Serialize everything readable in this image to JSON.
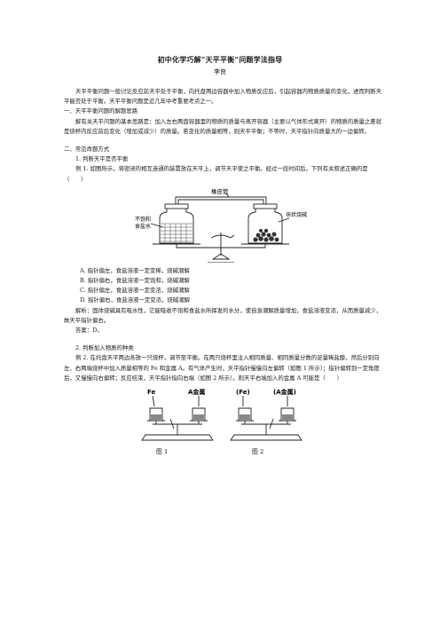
{
  "document": {
    "title": "初中化学巧解“天平平衡”问题学法指导",
    "author": "李良"
  },
  "intro": "天平平衡问题一般讨论反应前天平处于平衡，向托盘两边容器中加入物质反应后，引起容器内物质质量的变化，进而判断天平能否处于平衡。天平平衡问题是近几年中考重要考点之一。",
  "section1": {
    "heading": "一、天平平衡问题的解题思路",
    "body": "解有关天平问题的基本思路是：加入左右两盘容器里的物质的质量与离开容器（主要以气体形式离开）的物质的质量之差就是烧杯内反应前后变化（增加或减少）的质量。若变化的质量相等，则天平平衡；不等时，天平指针向质量大的一边偏转。"
  },
  "section2": {
    "heading": "二、常见命题方式",
    "sub1": "1. 判断天平是否平衡",
    "example1": "例 1. 如图所示，将密闭的相互连通的装置放在天平上，调节天平使之平衡。经过一段时间后，下列有关叙述正确的是（　　）",
    "figure1": {
      "label_top": "橡皮管",
      "label_left_1": "不饱和",
      "label_left_2": "食盐水",
      "label_right": "块状烧碱"
    },
    "options": [
      "A. 指针偏左，食盐溶液一定变稀，烧碱潮解",
      "B. 指针偏右，食盐溶液一定饱和，烧碱潮解",
      "C. 指针偏左，食盐溶液一定变浓，烧碱潮解",
      "D. 指针偏右，食盐溶液一定变浓，烧碱潮解"
    ],
    "analysis": "解析：固体烧碱具有吸水性，它能吸收不饱和食盐水所挥发的水分，使自身潮解质量增加，食盐溶液变浓，从而质量减少，故天平指针偏右。",
    "answer": "答案：D。",
    "sub2": "2. 判断加入物质的种类",
    "example2": "例 2. 在托盘天平两边各放一只烧杯，调节至平衡。在两只烧杯里注入相同质量、相同质量分数的足量稀盐酸，然后分别向左、右两端烧杯中加入质量相等的 Fe 和金属 A。有气体产生时，天平指针慢慢向左偏转（如图 1 所示）；指针偏转到一定角度后，又慢慢向右偏转；反应结束，天平指针指向右端（如图 2 所示）。则天平右端加入的金属 A 可能是（　　）",
    "figure2": {
      "label_fe": "Fe",
      "label_a": "A金属",
      "label_fe_paren": "(Fe)",
      "label_a_paren": "(A金属)",
      "caption1": "图 1",
      "caption2": "图 2"
    }
  }
}
